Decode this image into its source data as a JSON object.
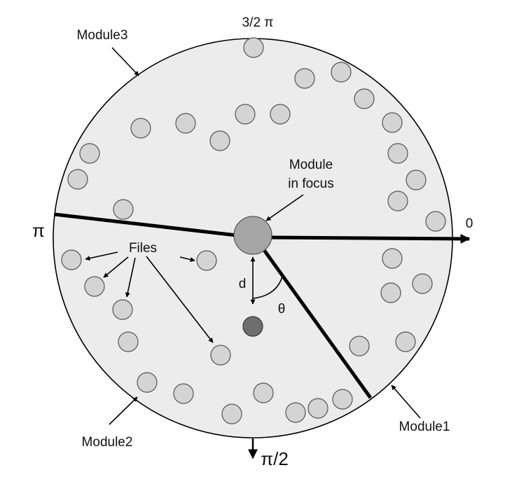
{
  "angle_labels": {
    "zero": "0",
    "half_pi": "π/2",
    "pi": "π",
    "three_half_pi": "3/2 π"
  },
  "module_labels": {
    "module1": "Module1",
    "module2": "Module2",
    "module3": "Module3",
    "focus_line1": "Module",
    "focus_line2": "in focus"
  },
  "files_label": "Files",
  "distance_label": "d",
  "angle_symbol": "θ",
  "colors": {
    "disc_fill": "#ececec",
    "file_fill": "#d4d4d4",
    "focus_fill": "#a6a6a6",
    "target_fill": "#6e6e6e",
    "stroke": "#000000"
  }
}
